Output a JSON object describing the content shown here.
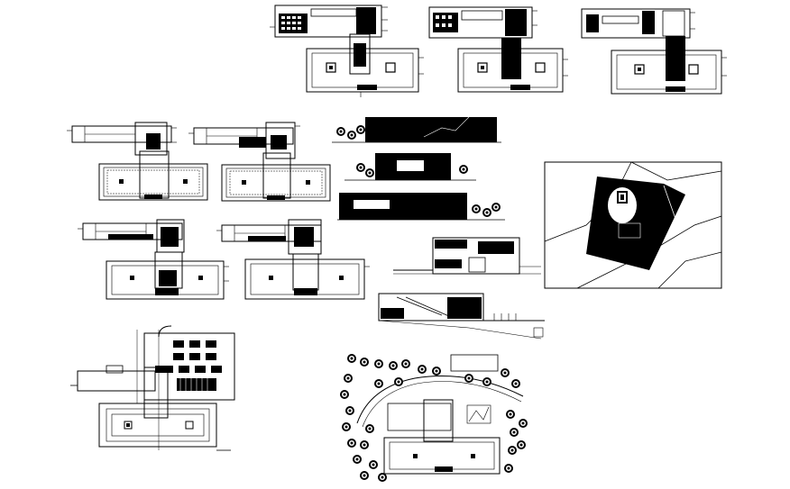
{
  "sheet": {
    "background": "#ffffff",
    "ink": "#000000",
    "views": [
      {
        "id": "plan-top-1",
        "kind": "floor-plan"
      },
      {
        "id": "plan-top-2",
        "kind": "floor-plan"
      },
      {
        "id": "plan-top-3",
        "kind": "floor-plan"
      },
      {
        "id": "plan-mid-1",
        "kind": "floor-plan"
      },
      {
        "id": "plan-mid-2",
        "kind": "floor-plan"
      },
      {
        "id": "plan-mid-3",
        "kind": "floor-plan"
      },
      {
        "id": "plan-mid-4",
        "kind": "floor-plan"
      },
      {
        "id": "elevation-1",
        "kind": "elevation"
      },
      {
        "id": "elevation-2",
        "kind": "elevation"
      },
      {
        "id": "elevation-3",
        "kind": "elevation"
      },
      {
        "id": "section-1",
        "kind": "section"
      },
      {
        "id": "section-2",
        "kind": "section"
      },
      {
        "id": "site-location",
        "kind": "site-plan"
      },
      {
        "id": "ground-plan",
        "kind": "floor-plan"
      },
      {
        "id": "landscape-plan",
        "kind": "landscape-plan"
      }
    ]
  }
}
